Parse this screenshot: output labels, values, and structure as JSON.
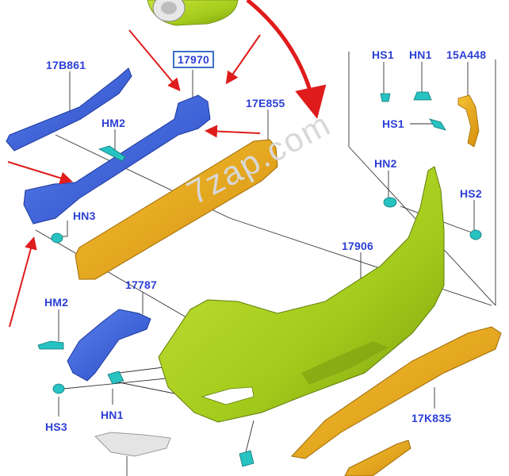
{
  "diagram": {
    "callouts": [
      {
        "id": "17970",
        "text": "17970",
        "boxed": true
      },
      {
        "id": "17B861",
        "text": "17B861"
      },
      {
        "id": "17E855",
        "text": "17E855"
      },
      {
        "id": "HM2_top",
        "text": "HM2"
      },
      {
        "id": "HN3",
        "text": "HN3"
      },
      {
        "id": "HS1_top",
        "text": "HS1"
      },
      {
        "id": "HN1_top",
        "text": "HN1"
      },
      {
        "id": "15A448",
        "text": "15A448"
      },
      {
        "id": "HS1_mid",
        "text": "HS1"
      },
      {
        "id": "HN2",
        "text": "HN2"
      },
      {
        "id": "HS2",
        "text": "HS2"
      },
      {
        "id": "17906",
        "text": "17906"
      },
      {
        "id": "17787",
        "text": "17787"
      },
      {
        "id": "HM2_low",
        "text": "HM2"
      },
      {
        "id": "HS3",
        "text": "HS3"
      },
      {
        "id": "HN1_low",
        "text": "HN1"
      },
      {
        "id": "17K835",
        "text": "17K835"
      }
    ],
    "watermark": "7zap.com",
    "colors": {
      "label": "#2b3fd6",
      "arrow": "#e01b1b",
      "blue_part": "#3a5fd8",
      "orange_part": "#e6a81e",
      "bumper": "#a9d11f",
      "clip": "#27c2c2"
    }
  }
}
